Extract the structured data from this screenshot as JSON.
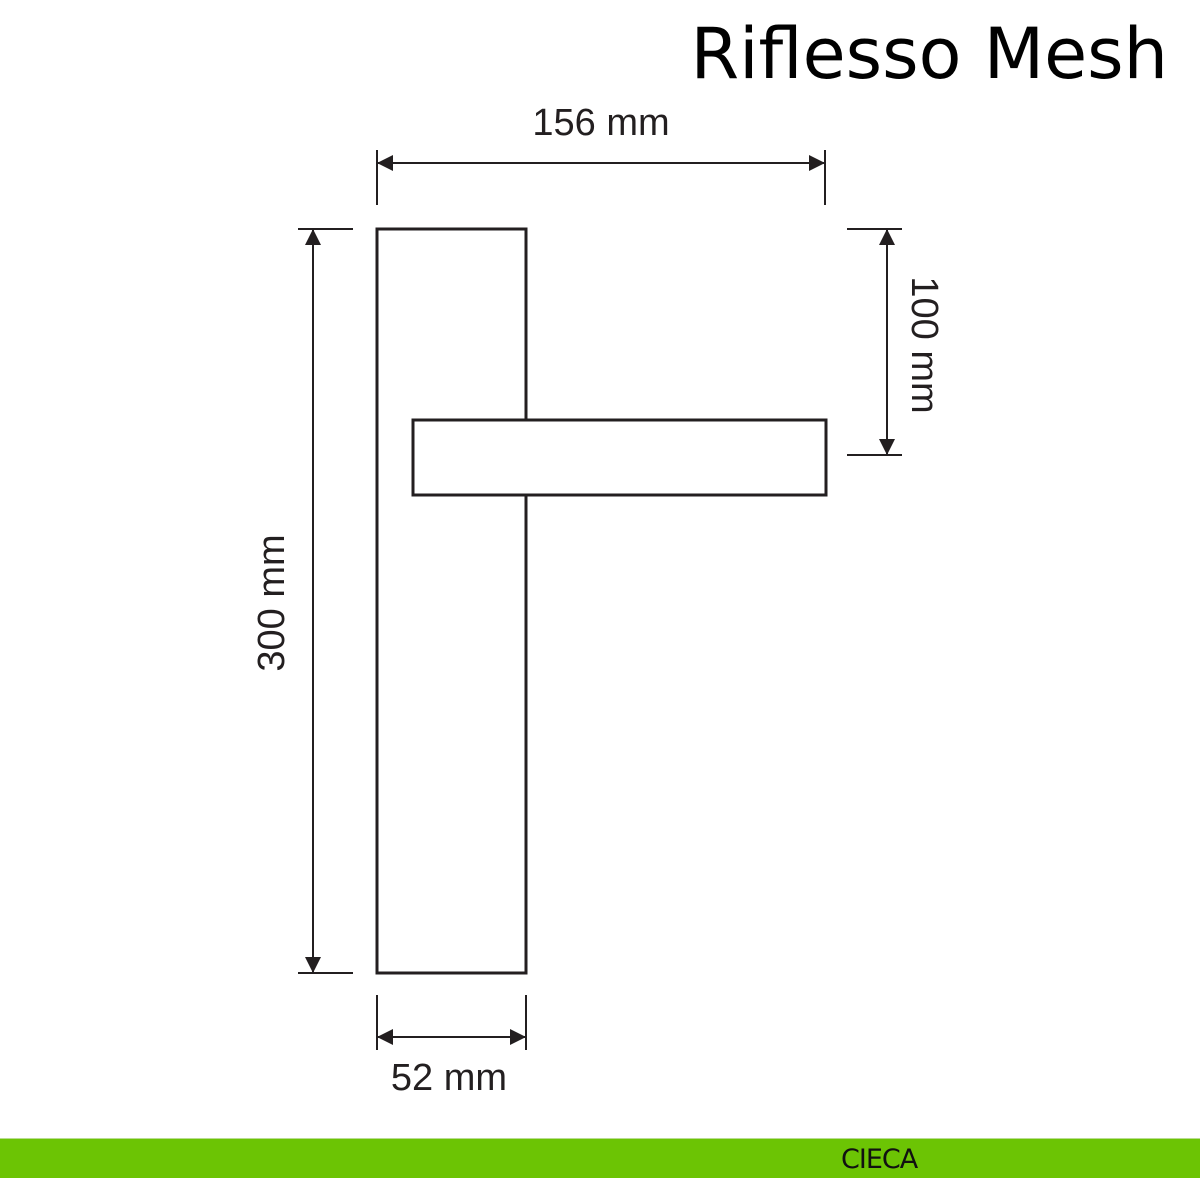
{
  "title": "Riflesso Mesh",
  "dimensions": {
    "overall_width": "156 mm",
    "plate_height": "300 mm",
    "lever_height_from_top": "100 mm",
    "plate_width": "52 mm"
  },
  "footer": {
    "label": "CIECA"
  },
  "colors": {
    "accent": "#6cc404",
    "line": "#231f20"
  }
}
